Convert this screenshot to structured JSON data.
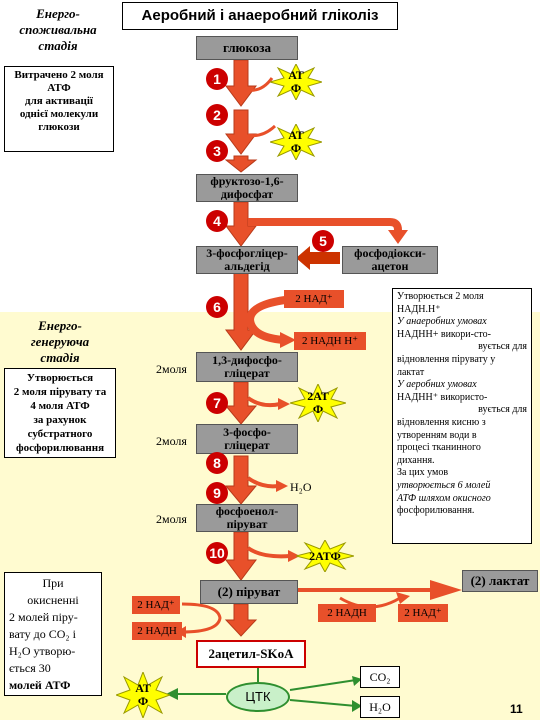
{
  "title": "Аеробний і анаеробний гліколіз",
  "stage_consuming": "Енерго-споживальна стадія",
  "spent_atp": [
    "Витрачено 2 моля",
    "АТФ",
    "для активації",
    "однієї молекули",
    "глюкози"
  ],
  "stage_generating": "Енерго-генеруюча стадія",
  "formed_box": [
    "Утворюється",
    "2 моля пірувату та",
    "4 моля АТФ",
    "за рахунок",
    "субстратного",
    "фосфорилювання"
  ],
  "oxidation_box": [
    "При",
    "окисненні",
    "2 молей піру-",
    "вату до CO₂ і",
    "H₂O утворю-",
    "ється 30",
    "молей АТФ"
  ],
  "side_note": [
    "Утворюється 2 моля",
    "НАДН.Н⁺",
    "У анаеробних умовах",
    "НАДНН+ викори-сто-",
    "вується для",
    "відновлення пірувату у",
    "лактат",
    "У аеробних умовах",
    "НАДНН⁺ використо-",
    "вується для",
    "відновлення кисню з",
    "утворенням води в",
    "процесі тканинного",
    "дихання.",
    "За цих умов",
    "утворюється 6 молей",
    "АТФ шляхом окисного",
    "фосфорилювання."
  ],
  "metabolites": {
    "glucose": "глюкоза",
    "fructose": [
      "фруктозо-1,6-",
      "дифосфат"
    ],
    "g3p": [
      "3-фосфогліцер-",
      "альдегід"
    ],
    "dhap": [
      "фосфодіокси-",
      "ацетон"
    ],
    "bpg": [
      "1,3-дифосфо-",
      "гліцерат"
    ],
    "pg3": [
      "3-фосфо-",
      "гліцерат"
    ],
    "pep": [
      "фосфоенол-",
      "піруват"
    ],
    "pyruvate": "(2) піруват",
    "lactate": "(2) лактат",
    "acetyl": "2ацетил-SKoA",
    "tca": "ЦТК"
  },
  "steps": [
    "1",
    "2",
    "3",
    "4",
    "5",
    "6",
    "7",
    "8",
    "9",
    "10"
  ],
  "atp_labels": {
    "atp1": [
      "АТ",
      "Ф"
    ],
    "atp2": [
      "АТ",
      "Ф"
    ],
    "atp7": [
      "2АТ",
      "Ф"
    ],
    "atp10": "2АТФ",
    "atp_tca": [
      "АТ",
      "Ф"
    ]
  },
  "mole_labels": [
    "2моля",
    "2моля",
    "2моля"
  ],
  "nad": {
    "nad_in": "2 НАД⁺",
    "nadh_out": "2 НАДН Н⁺",
    "nad_left": "2 НАД⁺",
    "nadh_left": "2 НАДН",
    "nadh_right": "2 НАДН",
    "nad_right": "2 НАД⁺"
  },
  "water": "H₂O",
  "products": {
    "co2": "CO₂",
    "h2o": "H₂O"
  },
  "page_number": "11",
  "colors": {
    "arrow": "#e8502a",
    "arrow_dark": "#b83a1a",
    "step": "#cc0000",
    "box_gray": "#9a9a9a",
    "band": "#fffbd0",
    "star": "#ffff00"
  }
}
